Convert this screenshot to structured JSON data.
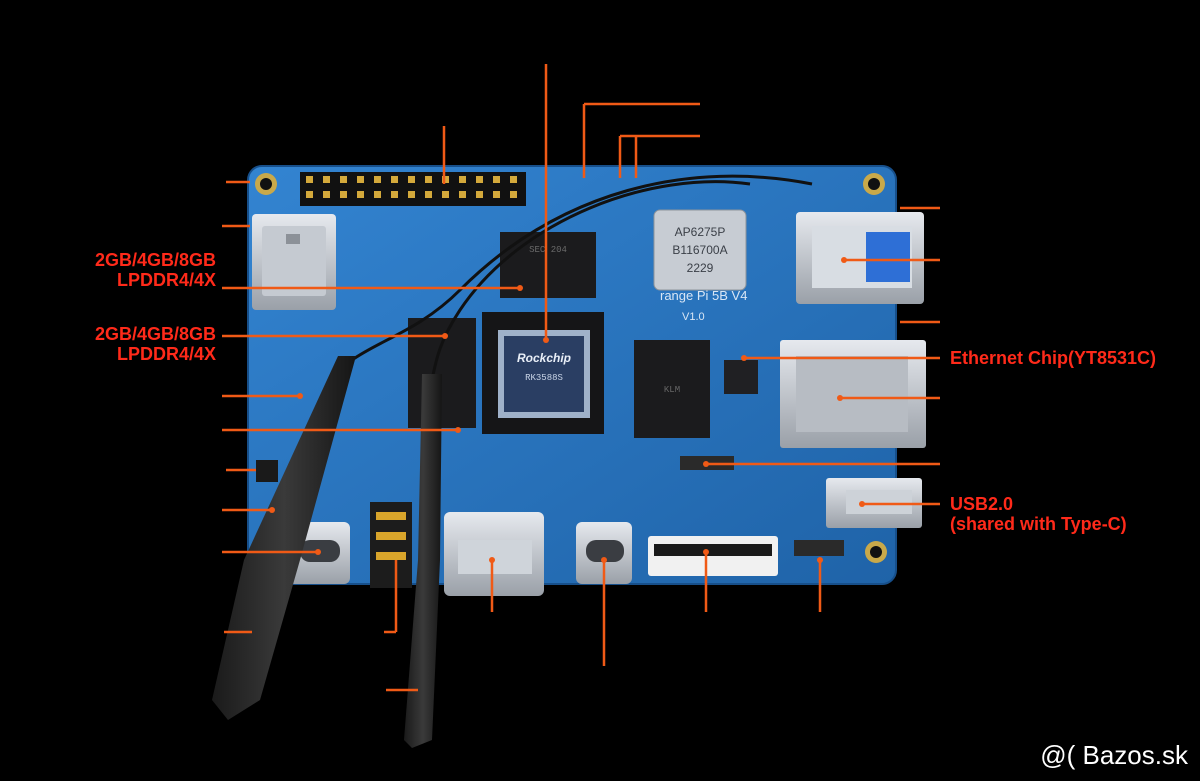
{
  "photo": {
    "subject": "Orange Pi 5B single-board computer, top view, with two antennas and labeled callouts",
    "board_color": "#2b78c2",
    "accent_line_color": "#f05a16",
    "label_color": "#ff2a1a"
  },
  "board_markings": {
    "soc_brand": "Rockchip",
    "soc_text": "RK3588S",
    "wifi_module_l1": "AP6275P",
    "wifi_module_l2": "B116700A",
    "wifi_module_l3": "2229",
    "board_name": "range Pi 5B V4",
    "version": "V1.0",
    "ram_chip_text": "SEC 204",
    "flash_chip_text": "KLM"
  },
  "callouts": {
    "ram_top_l1": "2GB/4GB/8GB",
    "ram_top_l2": "LPDDR4/4X",
    "ram_bottom_l1": "2GB/4GB/8GB",
    "ram_bottom_l2": "LPDDR4/4X",
    "ethernet_chip": "Ethernet Chip(YT8531C)",
    "usb_l1": "USB2.0",
    "usb_l2": "(shared with Type-C)"
  },
  "watermark": "@( Bazos.sk"
}
